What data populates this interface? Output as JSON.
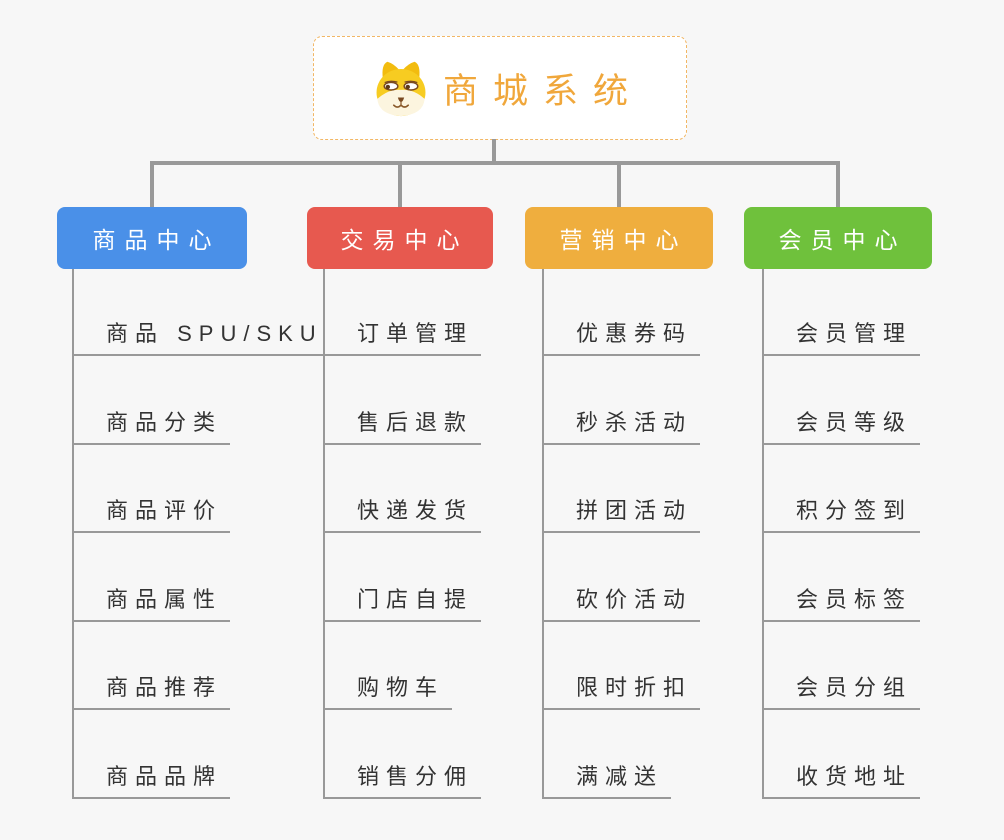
{
  "page": {
    "background": "#F7F7F7"
  },
  "connector_color": "#999999",
  "item_text_color": "#333333",
  "root": {
    "title": "商城系统",
    "icon": "shiba-dog-icon",
    "title_color": "#F0A73B",
    "border_color": "#F2B765"
  },
  "branches": [
    {
      "label": "商品中心",
      "color": "#4A90E8",
      "items": [
        "商品 SPU/SKU",
        "商品分类",
        "商品评价",
        "商品属性",
        "商品推荐",
        "商品品牌"
      ]
    },
    {
      "label": "交易中心",
      "color": "#E7594F",
      "items": [
        "订单管理",
        "售后退款",
        "快递发货",
        "门店自提",
        "购物车",
        "销售分佣"
      ]
    },
    {
      "label": "营销中心",
      "color": "#EFAE3E",
      "items": [
        "优惠券码",
        "秒杀活动",
        "拼团活动",
        "砍价活动",
        "限时折扣",
        "满减送"
      ]
    },
    {
      "label": "会员中心",
      "color": "#6FC13C",
      "items": [
        "会员管理",
        "会员等级",
        "积分签到",
        "会员标签",
        "会员分组",
        "收货地址"
      ]
    }
  ]
}
